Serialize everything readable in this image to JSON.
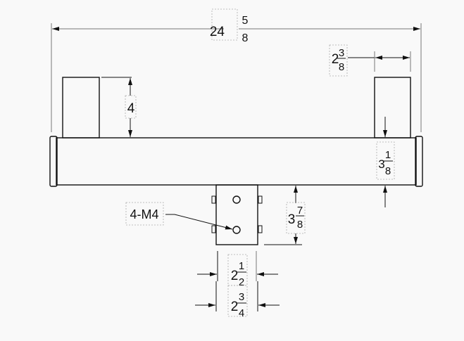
{
  "dimensions": {
    "overall_length": {
      "whole": "24",
      "num": "5",
      "den": "8"
    },
    "post_width": {
      "whole": "2",
      "num": "3",
      "den": "8"
    },
    "post_height": {
      "whole": "4"
    },
    "tube_height": {
      "whole": "3",
      "num": "1",
      "den": "8"
    },
    "bracket_height": {
      "whole": "3",
      "num": "7",
      "den": "8"
    },
    "bracket_inner_width": {
      "whole": "2",
      "num": "1",
      "den": "2"
    },
    "bracket_outer_width": {
      "whole": "2",
      "num": "3",
      "den": "4"
    }
  },
  "callouts": {
    "bolts": "4-M4"
  }
}
